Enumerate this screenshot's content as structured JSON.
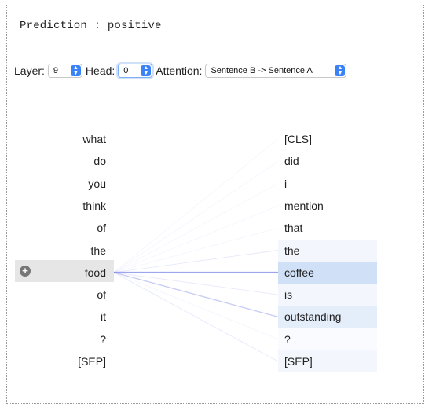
{
  "prediction": {
    "text": "Prediction : positive"
  },
  "controls": {
    "layer_label": "Layer:",
    "layer_value": "9",
    "head_label": "Head:",
    "head_value": "0",
    "attention_label": "Attention:",
    "attention_value": "Sentence B -> Sentence A"
  },
  "sentence_a": [
    "what",
    "do",
    "you",
    "think",
    "of",
    "the",
    "food",
    "of",
    "it",
    "?",
    "[SEP]"
  ],
  "sentence_b": [
    "[CLS]",
    "did",
    "i",
    "mention",
    "that",
    "the",
    "coffee",
    "is",
    "outstanding",
    "?",
    "[SEP]"
  ],
  "selected_left_index": 6,
  "attention_from_selected": [
    0.02,
    0.03,
    0.02,
    0.04,
    0.05,
    0.15,
    0.6,
    0.15,
    0.35,
    0.08,
    0.15
  ],
  "colors": {
    "accent": "#3b82f6",
    "line": "#5b6be0",
    "highlight": "#cfe0f6",
    "selected_row": "#e6e6e6"
  },
  "icons": {
    "expand": "plus-circle-icon",
    "select_arrow": "chevron-updown-icon"
  }
}
